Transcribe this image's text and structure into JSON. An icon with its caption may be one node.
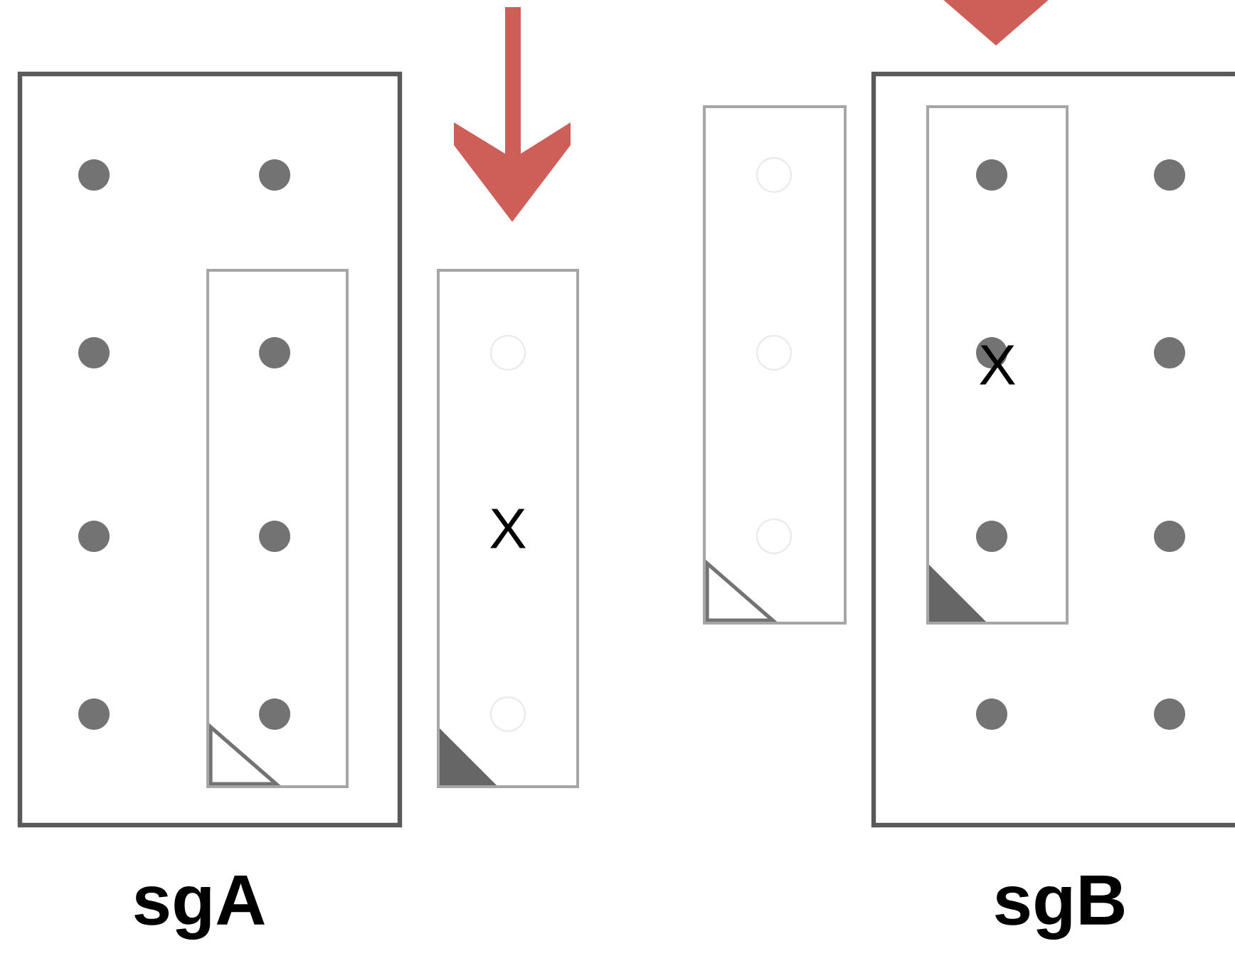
{
  "diagram": {
    "nodes": [
      {
        "text": [],
        "shape": "box"
      },
      {
        "text": [],
        "shape": "box",
        "in": 0
      },
      {
        "text": [
          "X"
        ]
      },
      {
        "text": [],
        "shape": "box"
      },
      {
        "text": [],
        "shape": "box"
      },
      {
        "text": [
          "X"
        ],
        "in": 4
      }
    ],
    "labels": [
      "sgA",
      "sgB"
    ]
  }
}
